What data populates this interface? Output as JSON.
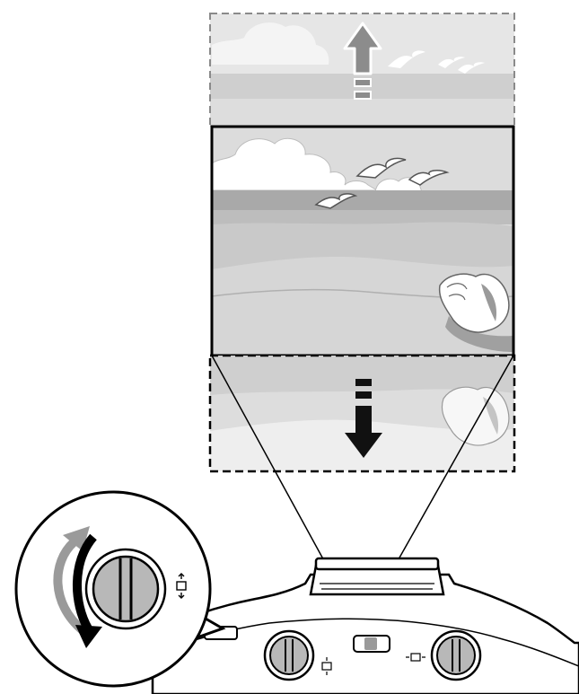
{
  "diagram": {
    "kind": "projector-lens-shift-illustration",
    "colors": {
      "outline": "#000000",
      "sky": "#dcdcdc",
      "sea_dark": "#a9a9a9",
      "sea_mid": "#bdbdbd",
      "sand": "#c9c9c9",
      "sand_light": "#d6d6d6",
      "cloud": "#ffffff",
      "ghost_fill": "#e6e6e6",
      "ghost_border": "#8a8a8a",
      "arrow_up": "#8c8c8c",
      "arrow_down": "#111111",
      "rotate_light": "#9a9a9a",
      "rotate_dark": "#000000",
      "knob": "#b8b8b8",
      "body": "#ffffff"
    },
    "elements": {
      "upper_image": "shifted-image-up-ghost",
      "main_image": "projected-image",
      "lower_image": "shifted-image-down-ghost",
      "up_arrow": "arrow-up-icon",
      "down_arrow": "arrow-down-icon",
      "knob_callout": "vertical-lens-shift-dial-magnified",
      "rotate_up": "counterclockwise-arrow-icon",
      "rotate_down": "clockwise-arrow-icon",
      "projector": "projector-top-view"
    }
  }
}
